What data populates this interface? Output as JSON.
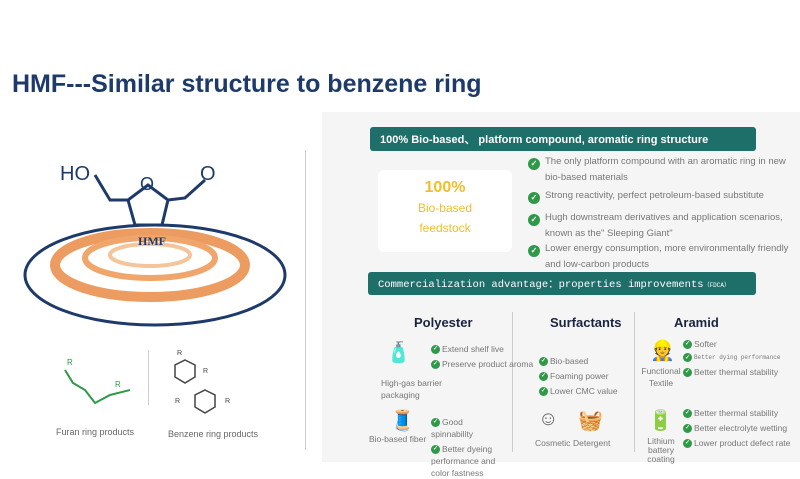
{
  "title": "HMF---Similar structure to benzene ring",
  "left": {
    "molecule": {
      "ho": "HO",
      "o_ring": "O",
      "o_ald": "O",
      "hmf": "HMF"
    },
    "furan_label": "Furan ring products",
    "benzene_label": "Benzene ring products",
    "r": "R"
  },
  "right": {
    "header1": "100% Bio-based、 platform compound, aromatic ring structure",
    "bio_box": {
      "pct": "100%",
      "line1": "Bio-based",
      "line2": "feedstock"
    },
    "features": [
      "The only platform compound with an aromatic ring in new bio-based materials",
      "Strong reactivity, perfect petroleum-based substitute",
      "Hugh downstream derivatives and application scenarios, known as the\" Sleeping Giant\"",
      "Lower energy consumption, more environmentally friendly and low-carbon products"
    ],
    "header2": "Commercialization advantage：properties improvements",
    "header2_note": "（FDCA）",
    "polyester": {
      "title": "Polyester",
      "pack_label": "High-gas barrier packaging",
      "pack_items": [
        "Extend shelf live",
        "Preserve product aroma"
      ],
      "fiber_label": "Bio-based fiber",
      "fiber_items": [
        "Good spinnability",
        "Better dyeing performance and color fastness"
      ]
    },
    "surfactants": {
      "title": "Surfactants",
      "items": [
        "Bio-based",
        "Foaming power",
        "Lower CMC value"
      ],
      "cosmetic": "Cosmetic",
      "detergent": "Detergent"
    },
    "aramid": {
      "title": "Aramid",
      "textile_label": "Functional Textile",
      "textile_items": [
        "Softer",
        "Better dying performance",
        "Better thermal stability"
      ],
      "battery_label": "Lithium battery coating",
      "battery_items": [
        "Better thermal stability",
        "Better electrolyte wetting",
        "Lower product defect rate"
      ]
    }
  },
  "colors": {
    "title": "#1d3a6b",
    "teal": "#1e6e6a",
    "gold": "#f2bd2c",
    "check": "#2e9a47",
    "orange": "#e8833a"
  }
}
